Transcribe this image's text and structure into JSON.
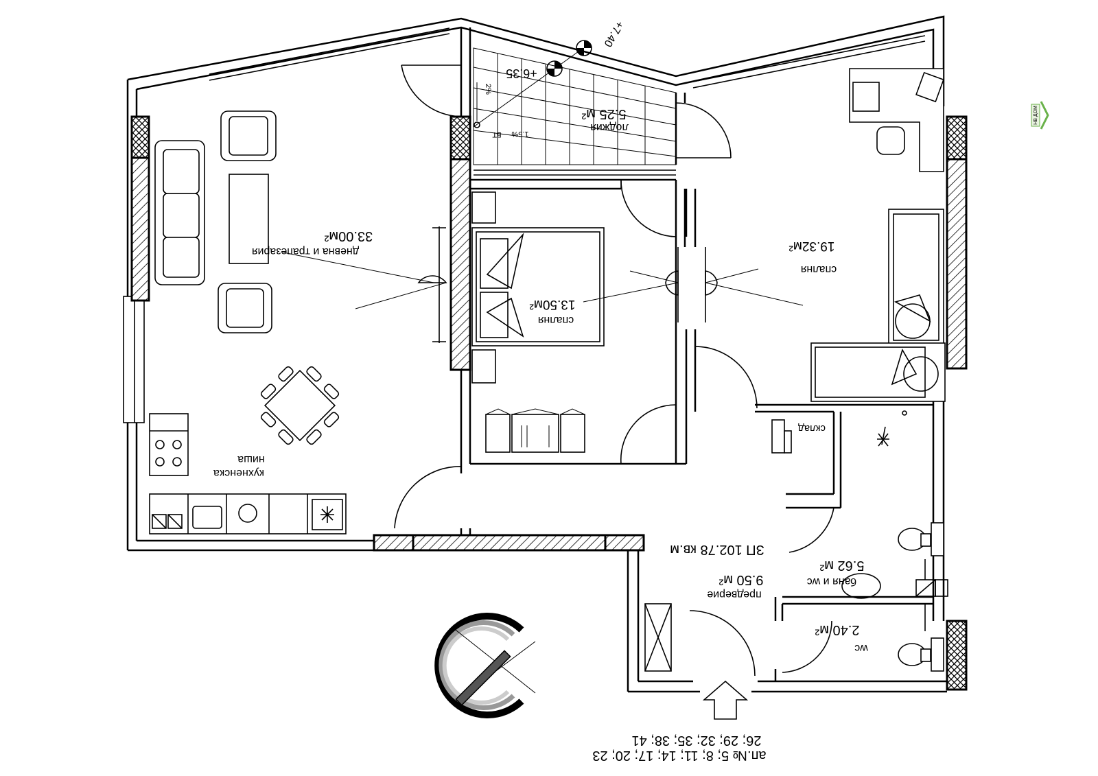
{
  "rooms": {
    "living": {
      "name": "дневна и трапезария",
      "area": "33.00м²"
    },
    "kitchen": {
      "name_line1": "кухненска",
      "name_line2": "ниша"
    },
    "bedroom1": {
      "name": "спалня",
      "area": "13.50м²"
    },
    "bedroom2": {
      "name": "спалня",
      "area": "19.32м²"
    },
    "loggia": {
      "name": "лоджия",
      "area": "5.25 м²"
    },
    "hall": {
      "name": "предверие",
      "area": "9.50 м²"
    },
    "bath": {
      "name": "баня и wc",
      "area": "5.62 м²"
    },
    "wc": {
      "name": "wc",
      "area": "2.40 м²"
    },
    "storage": {
      "name": "склад"
    }
  },
  "gross_area": "ЗП 102.78 кв.м",
  "levels": {
    "level1": "+6.35",
    "level2": "+7.40"
  },
  "loggia_notes": {
    "slope1": "2%",
    "slope2": "1.5%",
    "drain": "ВТ"
  },
  "apartments": {
    "line1": "ап.№ 5; 8; 11; 14; 17; 20; 23",
    "line2": "26; 29; 32; 35; 38; 41"
  },
  "brand": {
    "logo_text": "НВ ДОМ",
    "color": "#6ab24a"
  },
  "icons": [
    "north-compass-icon",
    "entrance-arrow-icon"
  ]
}
